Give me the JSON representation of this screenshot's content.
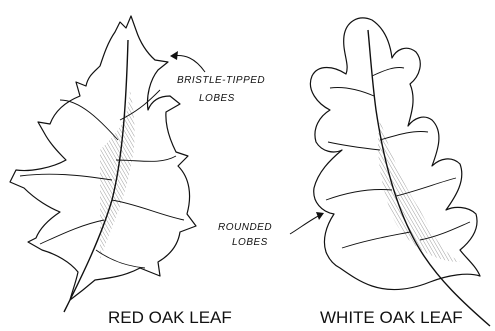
{
  "figure": {
    "red_oak": {
      "caption": "RED OAK LEAF",
      "annotation_line1": "BRISTLE-TIPPED",
      "annotation_line2": "LOBES"
    },
    "white_oak": {
      "caption": "WHITE OAK LEAF",
      "annotation_line1": "ROUNDED",
      "annotation_line2": "LOBES"
    }
  },
  "colors": {
    "ink": "#111111",
    "paper": "#ffffff"
  }
}
